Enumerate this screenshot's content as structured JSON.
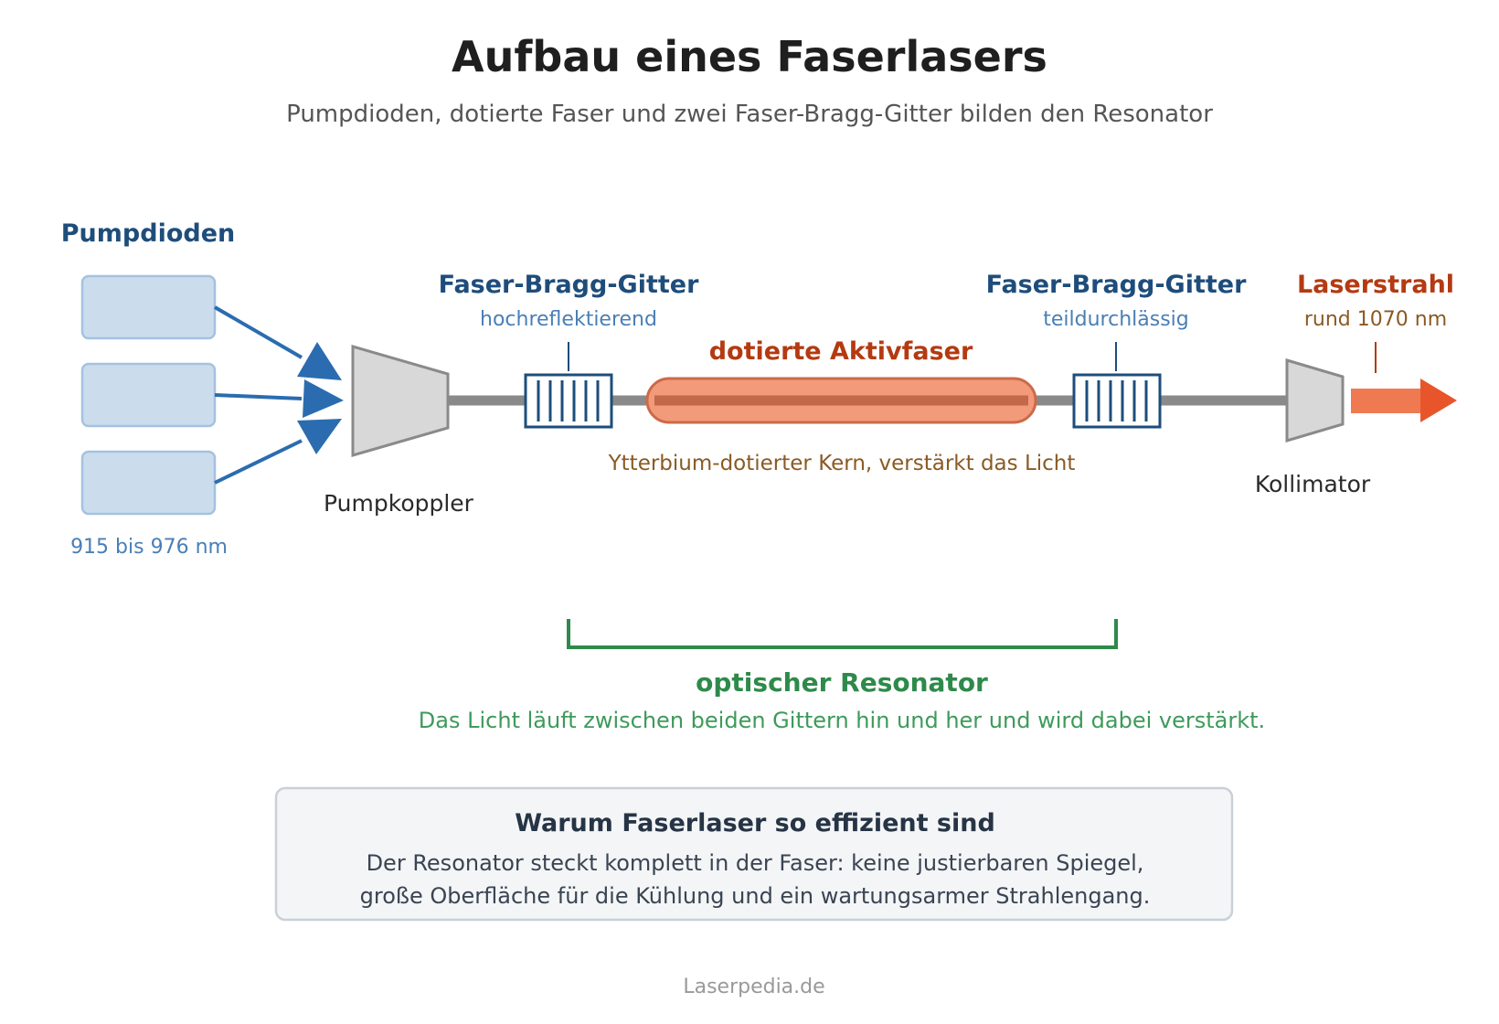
{
  "header": {
    "title": "Aufbau eines Faserlasers",
    "subtitle": "Pumpdioden, dotierte Faser und zwei Faser-Bragg-Gitter bilden den Resonator"
  },
  "pump_diodes": {
    "label": "Pumpdioden",
    "wavelength": "915 bis 976 nm",
    "count": 3
  },
  "pump_coupler": {
    "label": "Pumpkoppler"
  },
  "fbg_left": {
    "title": "Faser-Bragg-Gitter",
    "subtitle": "hochreflektierend"
  },
  "active_fiber": {
    "title": "dotierte Aktivfaser",
    "caption": "Ytterbium-dotierter Kern, verstärkt das Licht"
  },
  "fbg_right": {
    "title": "Faser-Bragg-Gitter",
    "subtitle": "teildurchlässig"
  },
  "laser_beam": {
    "title": "Laserstrahl",
    "subtitle": "rund 1070 nm"
  },
  "collimator": {
    "label": "Kollimator"
  },
  "resonator": {
    "title": "optischer Resonator",
    "caption": "Das Licht läuft zwischen beiden Gittern hin und her und wird dabei verstärkt."
  },
  "info_box": {
    "title": "Warum Faserlaser so effizient sind",
    "line1": "Der Resonator steckt komplett in der Faser: keine justierbaren Spiegel,",
    "line2": "große Oberfläche für die Kühlung und ein wartungsarmer Strahlengang."
  },
  "footer": {
    "credit": "Laserpedia.de"
  },
  "colors": {
    "pump_blue": "#2b6cb0",
    "diode_fill": "#cbdcec",
    "fiber_gray": "#8a8a8a",
    "grating_navy": "#1e4d7b",
    "active_fiber_fill": "#f29a7a",
    "laser_orange": "#e8552a",
    "resonator_green": "#2e8a4a"
  }
}
